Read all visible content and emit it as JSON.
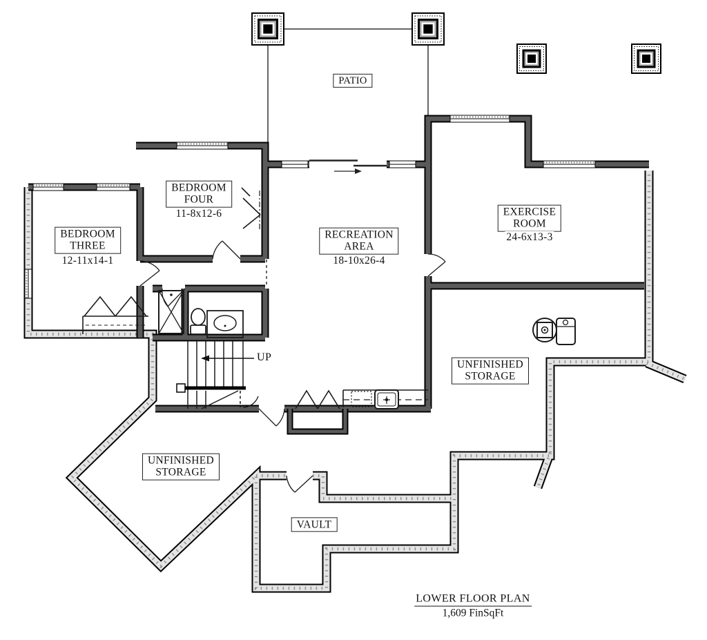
{
  "plan": {
    "title": "LOWER FLOOR PLAN",
    "subtitle": "1,609 FinSqFt",
    "rooms": {
      "patio": {
        "label": "PATIO"
      },
      "bedroom_three": {
        "label": "BEDROOM\nTHREE",
        "dims": "12-11x14-1"
      },
      "bedroom_four": {
        "label": "BEDROOM\nFOUR",
        "dims": "11-8x12-6"
      },
      "recreation_area": {
        "label": "RECREATION\nAREA",
        "dims": "18-10x26-4"
      },
      "exercise_room": {
        "label": "EXERCISE\nROOM",
        "dims": "24-6x13-3"
      },
      "unfinished_storage_right": {
        "label": "UNFINISHED\nSTORAGE"
      },
      "unfinished_storage_left": {
        "label": "UNFINISHED\nSTORAGE"
      },
      "vault": {
        "label": "VAULT"
      }
    },
    "stairs": {
      "direction_label": "UP"
    },
    "fixtures": [
      "shower",
      "toilet",
      "vanity-sink",
      "bar-sink",
      "dishwasher",
      "water-heater",
      "furnace",
      "patio-column"
    ],
    "colors": {
      "wall_core": "#5a5a5a",
      "wall_edge": "#000000",
      "foundation_fill": "#e4e4e4",
      "background": "#ffffff"
    }
  }
}
